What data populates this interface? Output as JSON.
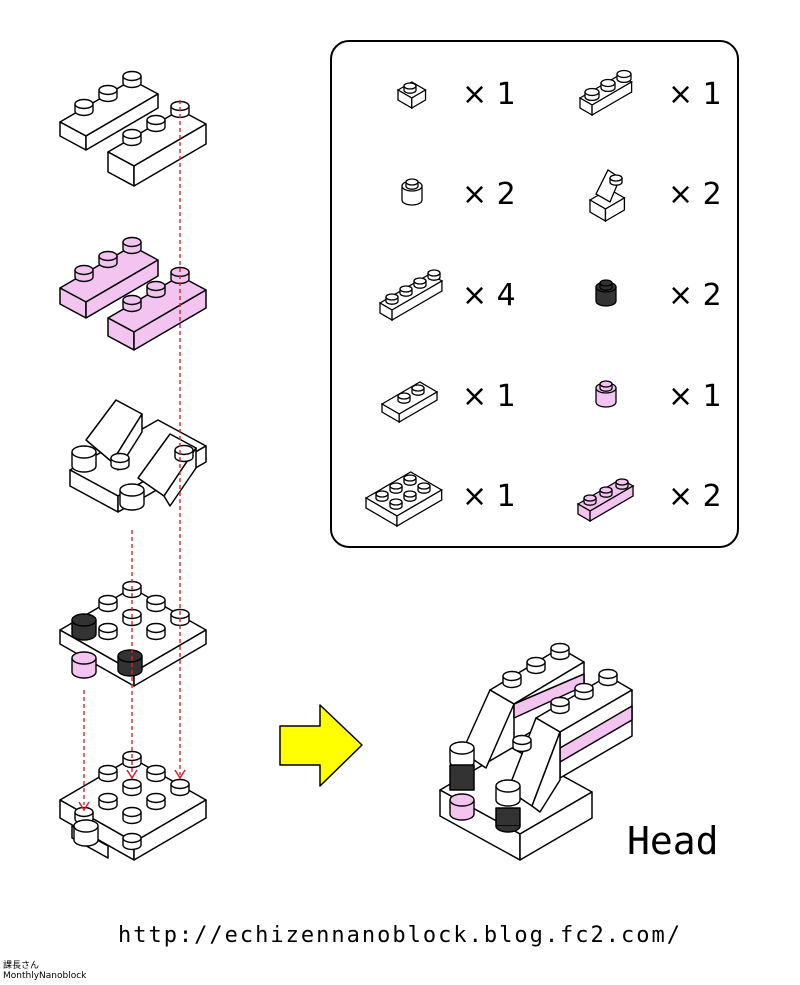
{
  "parts_list": [
    {
      "icon": "brick-1x1",
      "color": "#ffffff",
      "qty": "× 1"
    },
    {
      "icon": "brick-1x3-rounded",
      "color": "#ffffff",
      "qty": "× 1"
    },
    {
      "icon": "round-stud-1x1",
      "color": "#ffffff",
      "qty": "× 2"
    },
    {
      "icon": "slope-brick",
      "color": "#ffffff",
      "qty": "× 2"
    },
    {
      "icon": "brick-1x4",
      "color": "#ffffff",
      "qty": "× 4"
    },
    {
      "icon": "round-stud-1x1",
      "color": "#333333",
      "qty": "× 2"
    },
    {
      "icon": "plate-1x2",
      "color": "#ffffff",
      "qty": "× 1"
    },
    {
      "icon": "round-stud-1x1",
      "color": "#f3c4f0",
      "qty": "× 1"
    },
    {
      "icon": "plate-2x3",
      "color": "#ffffff",
      "qty": "× 1"
    },
    {
      "icon": "brick-1x3",
      "color": "#f3c4f0",
      "qty": "× 2"
    }
  ],
  "result_label": "Head",
  "url": "http://echizennanoblock.blog.fc2.com/",
  "credit": {
    "line1": "課長さん",
    "line2": "MonthlyNanoblock"
  },
  "colors": {
    "pink": "#f3c4f0",
    "dark": "#333333",
    "arrow": "#ffff00",
    "guide": "#e0202a"
  }
}
